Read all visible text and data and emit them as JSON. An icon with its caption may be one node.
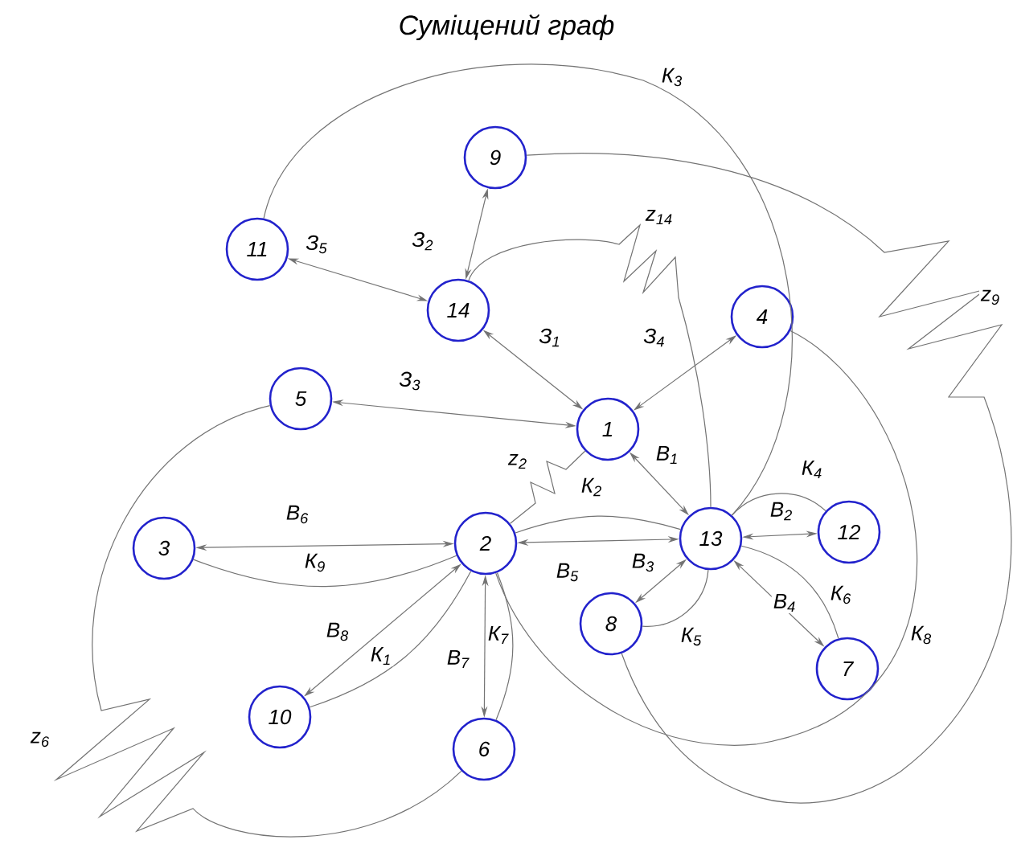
{
  "diagram": {
    "title": "Суміщений граф",
    "nodes": [
      {
        "text": [
          "1"
        ]
      },
      {
        "text": [
          "2"
        ]
      },
      {
        "text": [
          "3"
        ]
      },
      {
        "text": [
          "4"
        ]
      },
      {
        "text": [
          "5"
        ]
      },
      {
        "text": [
          "6"
        ]
      },
      {
        "text": [
          "7"
        ]
      },
      {
        "text": [
          "8"
        ]
      },
      {
        "text": [
          "9"
        ]
      },
      {
        "text": [
          "10"
        ]
      },
      {
        "text": [
          "11"
        ]
      },
      {
        "text": [
          "12"
        ]
      },
      {
        "text": [
          "13"
        ]
      },
      {
        "text": [
          "14"
        ]
      }
    ],
    "edges": [
      {
        "from": 10,
        "to": 13,
        "arrow": "both",
        "label": "З$_{5}$"
      },
      {
        "from": 13,
        "to": 8,
        "arrow": "both",
        "label": "З$_{2}$"
      },
      {
        "from": 13,
        "to": 0,
        "arrow": "both",
        "label": "З$_{1}$"
      },
      {
        "from": 0,
        "to": 3,
        "arrow": "both",
        "label": "З$_{4}$"
      },
      {
        "from": 4,
        "to": 0,
        "arrow": "both",
        "label": "З$_{3}$"
      },
      {
        "from": 0,
        "to": 12,
        "arrow": "both",
        "label": "В$_{1}$"
      },
      {
        "from": 2,
        "to": 1,
        "arrow": "both",
        "label": "В$_{6}$"
      },
      {
        "from": 1,
        "to": 12,
        "arrow": "both",
        "label": "В$_{5}$"
      },
      {
        "from": 12,
        "to": 11,
        "arrow": "both",
        "label": "В$_{2}$"
      },
      {
        "from": 7,
        "to": 12,
        "arrow": "both",
        "label": "В$_{3}$"
      },
      {
        "from": 12,
        "to": 6,
        "arrow": "both",
        "label": "В$_{4}$"
      },
      {
        "from": 1,
        "to": 9,
        "arrow": "both",
        "label": "В$_{8}$"
      },
      {
        "from": 1,
        "to": 5,
        "arrow": "both",
        "label": "В$_{7}$"
      },
      {
        "from": 2,
        "to": 1,
        "arrow": "none",
        "label": "К$_{9}$"
      },
      {
        "from": 9,
        "to": 1,
        "arrow": "none",
        "label": "К$_{1}$"
      },
      {
        "from": 1,
        "to": 5,
        "arrow": "none",
        "label": "К$_{7}$"
      },
      {
        "from": 1,
        "to": 12,
        "arrow": "none",
        "label": "К$_{2}$"
      },
      {
        "from": 12,
        "to": 11,
        "arrow": "none",
        "label": "К$_{4}$"
      },
      {
        "from": 12,
        "to": 6,
        "arrow": "none",
        "label": "К$_{6}$"
      },
      {
        "from": 7,
        "to": 12,
        "arrow": "none",
        "label": "К$_{5}$"
      },
      {
        "from": 10,
        "to": 12,
        "arrow": "none",
        "label": "К$_{3}$"
      },
      {
        "from": 3,
        "to": 1,
        "arrow": "none",
        "label": "К$_{8}$"
      },
      {
        "from": 13,
        "to": 12,
        "arrow": "none",
        "label": "z$_{14}$"
      },
      {
        "from": 0,
        "to": 1,
        "arrow": "none",
        "label": "z$_{2}$"
      },
      {
        "from": 8,
        "to": 7,
        "arrow": "none",
        "label": "z$_{9}$"
      },
      {
        "from": 4,
        "to": 5,
        "arrow": "none",
        "label": "z$_{6}$"
      }
    ]
  }
}
